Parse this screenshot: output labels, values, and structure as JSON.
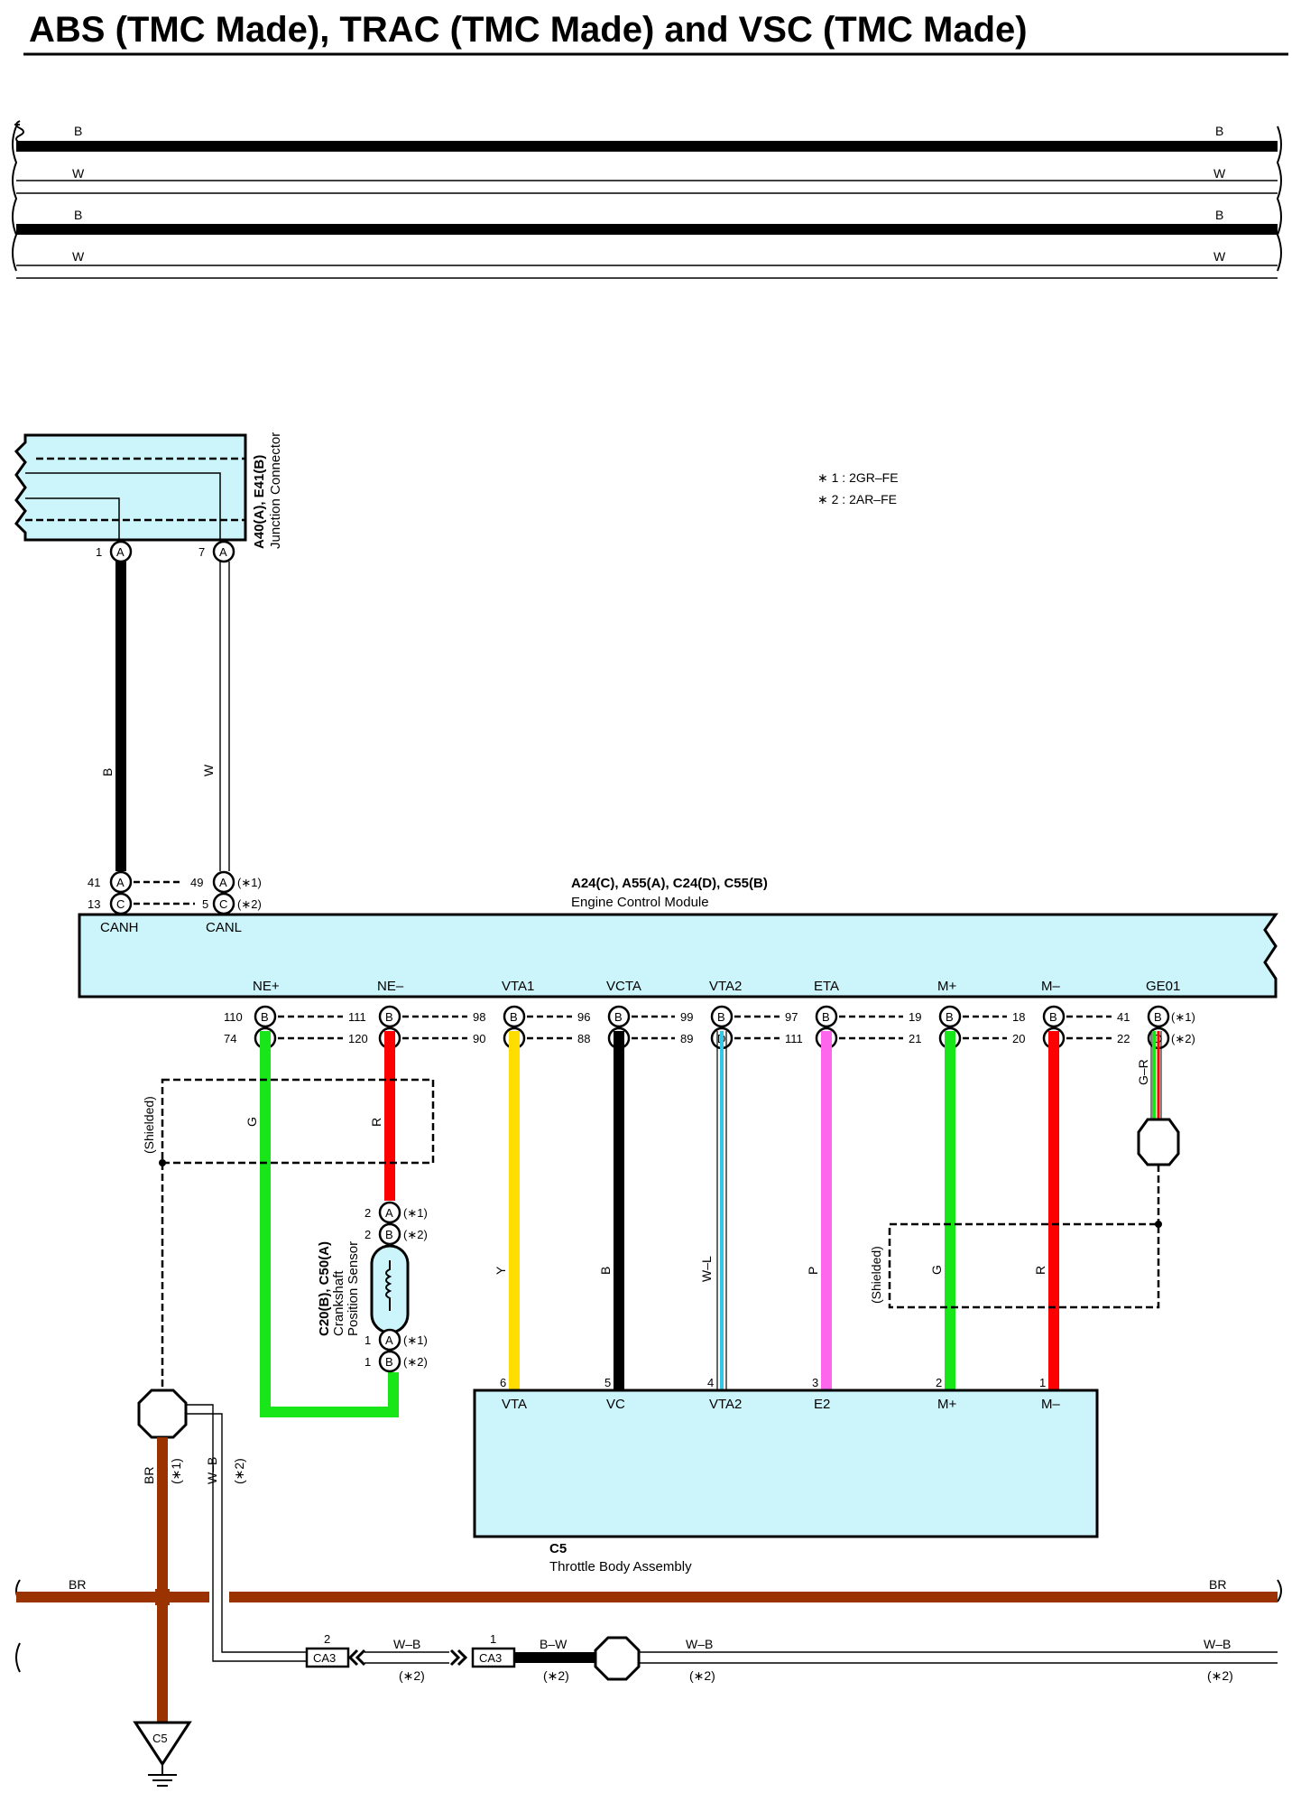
{
  "title": "ABS (TMC Made), TRAC (TMC Made) and VSC (TMC Made)",
  "notes": [
    "∗ 1 : 2GR–FE",
    "∗ 2 : 2AR–FE"
  ],
  "top_bus": {
    "colors": [
      "B",
      "W",
      "B",
      "W"
    ]
  },
  "junction_connector": {
    "code": "A40(A), E41(B)",
    "name": "Junction Connector",
    "pins": [
      {
        "num": "1",
        "letter": "A"
      },
      {
        "num": "7",
        "letter": "A"
      }
    ],
    "wires": [
      "B",
      "W"
    ]
  },
  "ecm": {
    "code": "A24(C), A55(A), C24(D), C55(B)",
    "name": "Engine Control Module",
    "top_pins": [
      {
        "name": "CANH",
        "n1": "41",
        "l1": "A",
        "n2": "13",
        "l2": "C"
      },
      {
        "name": "CANL",
        "n1": "49",
        "l1": "A",
        "n2": "5",
        "l2": "C"
      }
    ],
    "top_notes": [
      "(∗1)",
      "(∗2)"
    ],
    "bottom_pins": [
      {
        "name": "NE+",
        "n1": "110",
        "n2": "74",
        "wire": "G"
      },
      {
        "name": "NE–",
        "n1": "111",
        "n2": "120",
        "wire": "R"
      },
      {
        "name": "VTA1",
        "n1": "98",
        "n2": "90",
        "wire": "Y"
      },
      {
        "name": "VCTA",
        "n1": "96",
        "n2": "88",
        "wire": "B"
      },
      {
        "name": "VTA2",
        "n1": "99",
        "n2": "89",
        "wire": "W–L"
      },
      {
        "name": "ETA",
        "n1": "97",
        "n2": "111",
        "wire": "P"
      },
      {
        "name": "M+",
        "n1": "19",
        "n2": "21",
        "wire": "G"
      },
      {
        "name": "M–",
        "n1": "18",
        "n2": "20",
        "wire": "R"
      },
      {
        "name": "GE01",
        "n1": "41",
        "n2": "22",
        "wire": "G–R"
      }
    ],
    "bottom_letters": [
      "B",
      "D"
    ]
  },
  "crank_sensor": {
    "code": "C20(B), C50(A)",
    "name_line1": "Crankshaft",
    "name_line2": "Position Sensor",
    "pins": [
      {
        "num": "2",
        "letter": "A",
        "note": "(∗1)"
      },
      {
        "num": "2",
        "letter": "B",
        "note": "(∗2)"
      },
      {
        "num": "1",
        "letter": "A",
        "note": "(∗1)"
      },
      {
        "num": "1",
        "letter": "B",
        "note": "(∗2)"
      }
    ]
  },
  "shielded_label": "(Shielded)",
  "throttle_body": {
    "code": "C5",
    "name": "Throttle Body Assembly",
    "pins": [
      {
        "num": "6",
        "name": "VTA"
      },
      {
        "num": "5",
        "name": "VC"
      },
      {
        "num": "4",
        "name": "VTA2"
      },
      {
        "num": "3",
        "name": "E2"
      },
      {
        "num": "2",
        "name": "M+"
      },
      {
        "num": "1",
        "name": "M–"
      }
    ]
  },
  "ground": {
    "wire1": "BR",
    "note1": "(∗1)",
    "wire2": "W–B",
    "note2": "(∗2)",
    "ground_code": "C5"
  },
  "bottom_bus": {
    "br_label": "BR",
    "ca3_left_num": "2",
    "ca3_right_num": "1",
    "ca3_code": "CA3",
    "wb": "W–B",
    "bw": "B–W",
    "note": "(∗2)"
  },
  "colors": {
    "lightblue": "#ccf5fb",
    "green": "#19e619",
    "red": "#ff0000",
    "yellow": "#ffdd00",
    "pink": "#ff66ee",
    "cyan": "#33c8e6",
    "brown": "#9a3300"
  }
}
